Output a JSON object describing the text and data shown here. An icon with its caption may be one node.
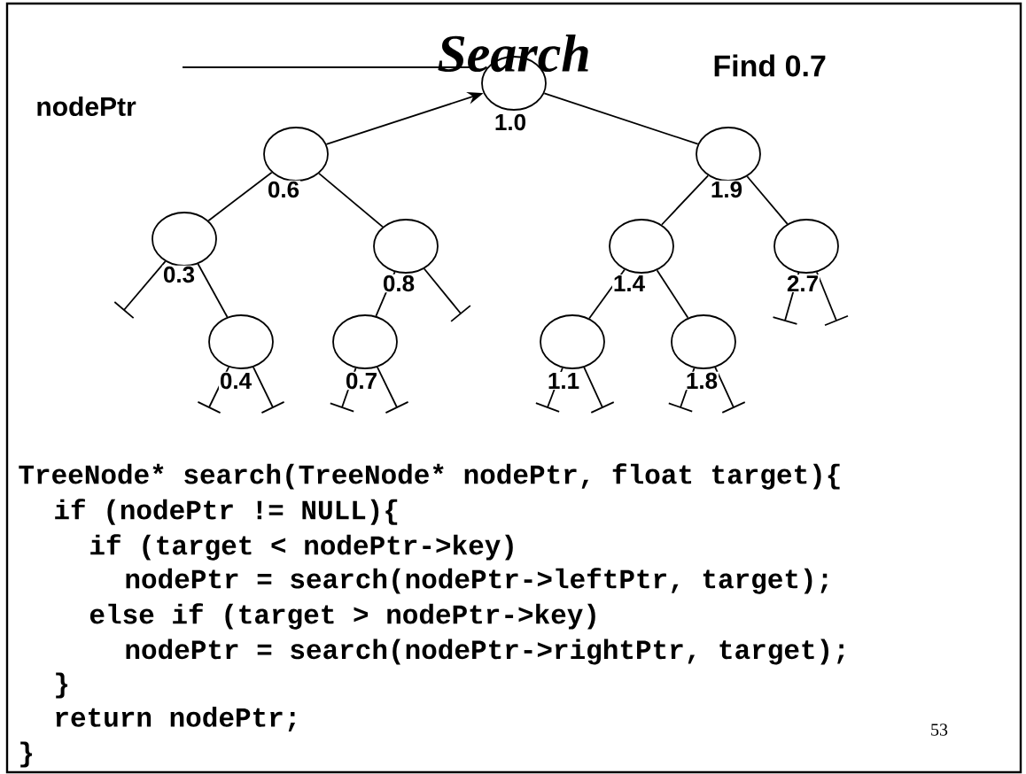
{
  "diagram": {
    "title": "Search",
    "nodes": [
      {
        "text": [],
        "shape": "circle",
        "beside": [
          "1.0"
        ]
      },
      {
        "text": [],
        "shape": "circle",
        "beside": [
          "0.6"
        ]
      },
      {
        "text": [],
        "shape": "circle",
        "beside": [
          "1.9"
        ]
      },
      {
        "text": [],
        "shape": "circle",
        "beside": [
          "0.3"
        ]
      },
      {
        "text": [],
        "shape": "circle",
        "beside": [
          "0.8"
        ]
      },
      {
        "text": [],
        "shape": "circle",
        "beside": [
          "1.4"
        ]
      },
      {
        "text": [],
        "shape": "circle",
        "beside": [
          "2.7"
        ]
      },
      {
        "text": [],
        "shape": "circle",
        "beside": [
          "0.4"
        ]
      },
      {
        "text": [],
        "shape": "circle",
        "beside": [
          "0.7"
        ]
      },
      {
        "text": [],
        "shape": "circle",
        "beside": [
          "1.1"
        ]
      },
      {
        "text": [],
        "shape": "circle",
        "beside": [
          "1.8"
        ]
      }
    ],
    "edges": [
      {
        "from": 1,
        "to": 0,
        "arrow": "to"
      },
      {
        "from": 0,
        "to": 2,
        "arrow": "none"
      },
      {
        "from": 1,
        "to": 3,
        "arrow": "none"
      },
      {
        "from": 1,
        "to": 4,
        "arrow": "none"
      },
      {
        "from": 2,
        "to": 5,
        "arrow": "none"
      },
      {
        "from": 2,
        "to": 6,
        "arrow": "none"
      },
      {
        "from": 3,
        "to": 7,
        "arrow": "none"
      },
      {
        "from": 4,
        "to": 8,
        "arrow": "none"
      },
      {
        "from": 5,
        "to": 9,
        "arrow": "none"
      },
      {
        "from": 5,
        "to": 10,
        "arrow": "none"
      },
      {
        "from": 3,
        "to": null,
        "arrow": "none"
      },
      {
        "from": 4,
        "to": null,
        "arrow": "none"
      },
      {
        "from": 6,
        "to": null,
        "arrow": "none"
      },
      {
        "from": 6,
        "to": null,
        "arrow": "none"
      },
      {
        "from": 7,
        "to": null,
        "arrow": "none"
      },
      {
        "from": 7,
        "to": null,
        "arrow": "none"
      },
      {
        "from": 8,
        "to": null,
        "arrow": "none"
      },
      {
        "from": 8,
        "to": null,
        "arrow": "none"
      },
      {
        "from": 9,
        "to": null,
        "arrow": "none"
      },
      {
        "from": 9,
        "to": null,
        "arrow": "none"
      },
      {
        "from": 10,
        "to": null,
        "arrow": "none"
      },
      {
        "from": 10,
        "to": null,
        "arrow": "none"
      }
    ],
    "labels": [
      "Find 0.7",
      "nodePtr",
      "TreeNode*  search(TreeNode* nodePtr, float target){",
      "if (nodePtr != NULL){",
      "if (target < nodePtr->key)",
      "nodePtr = search(nodePtr->leftPtr, target);",
      "else if (target > nodePtr->key)",
      "nodePtr = search(nodePtr->rightPtr, target);",
      "}",
      "return nodePtr;",
      "}",
      "53"
    ]
  }
}
